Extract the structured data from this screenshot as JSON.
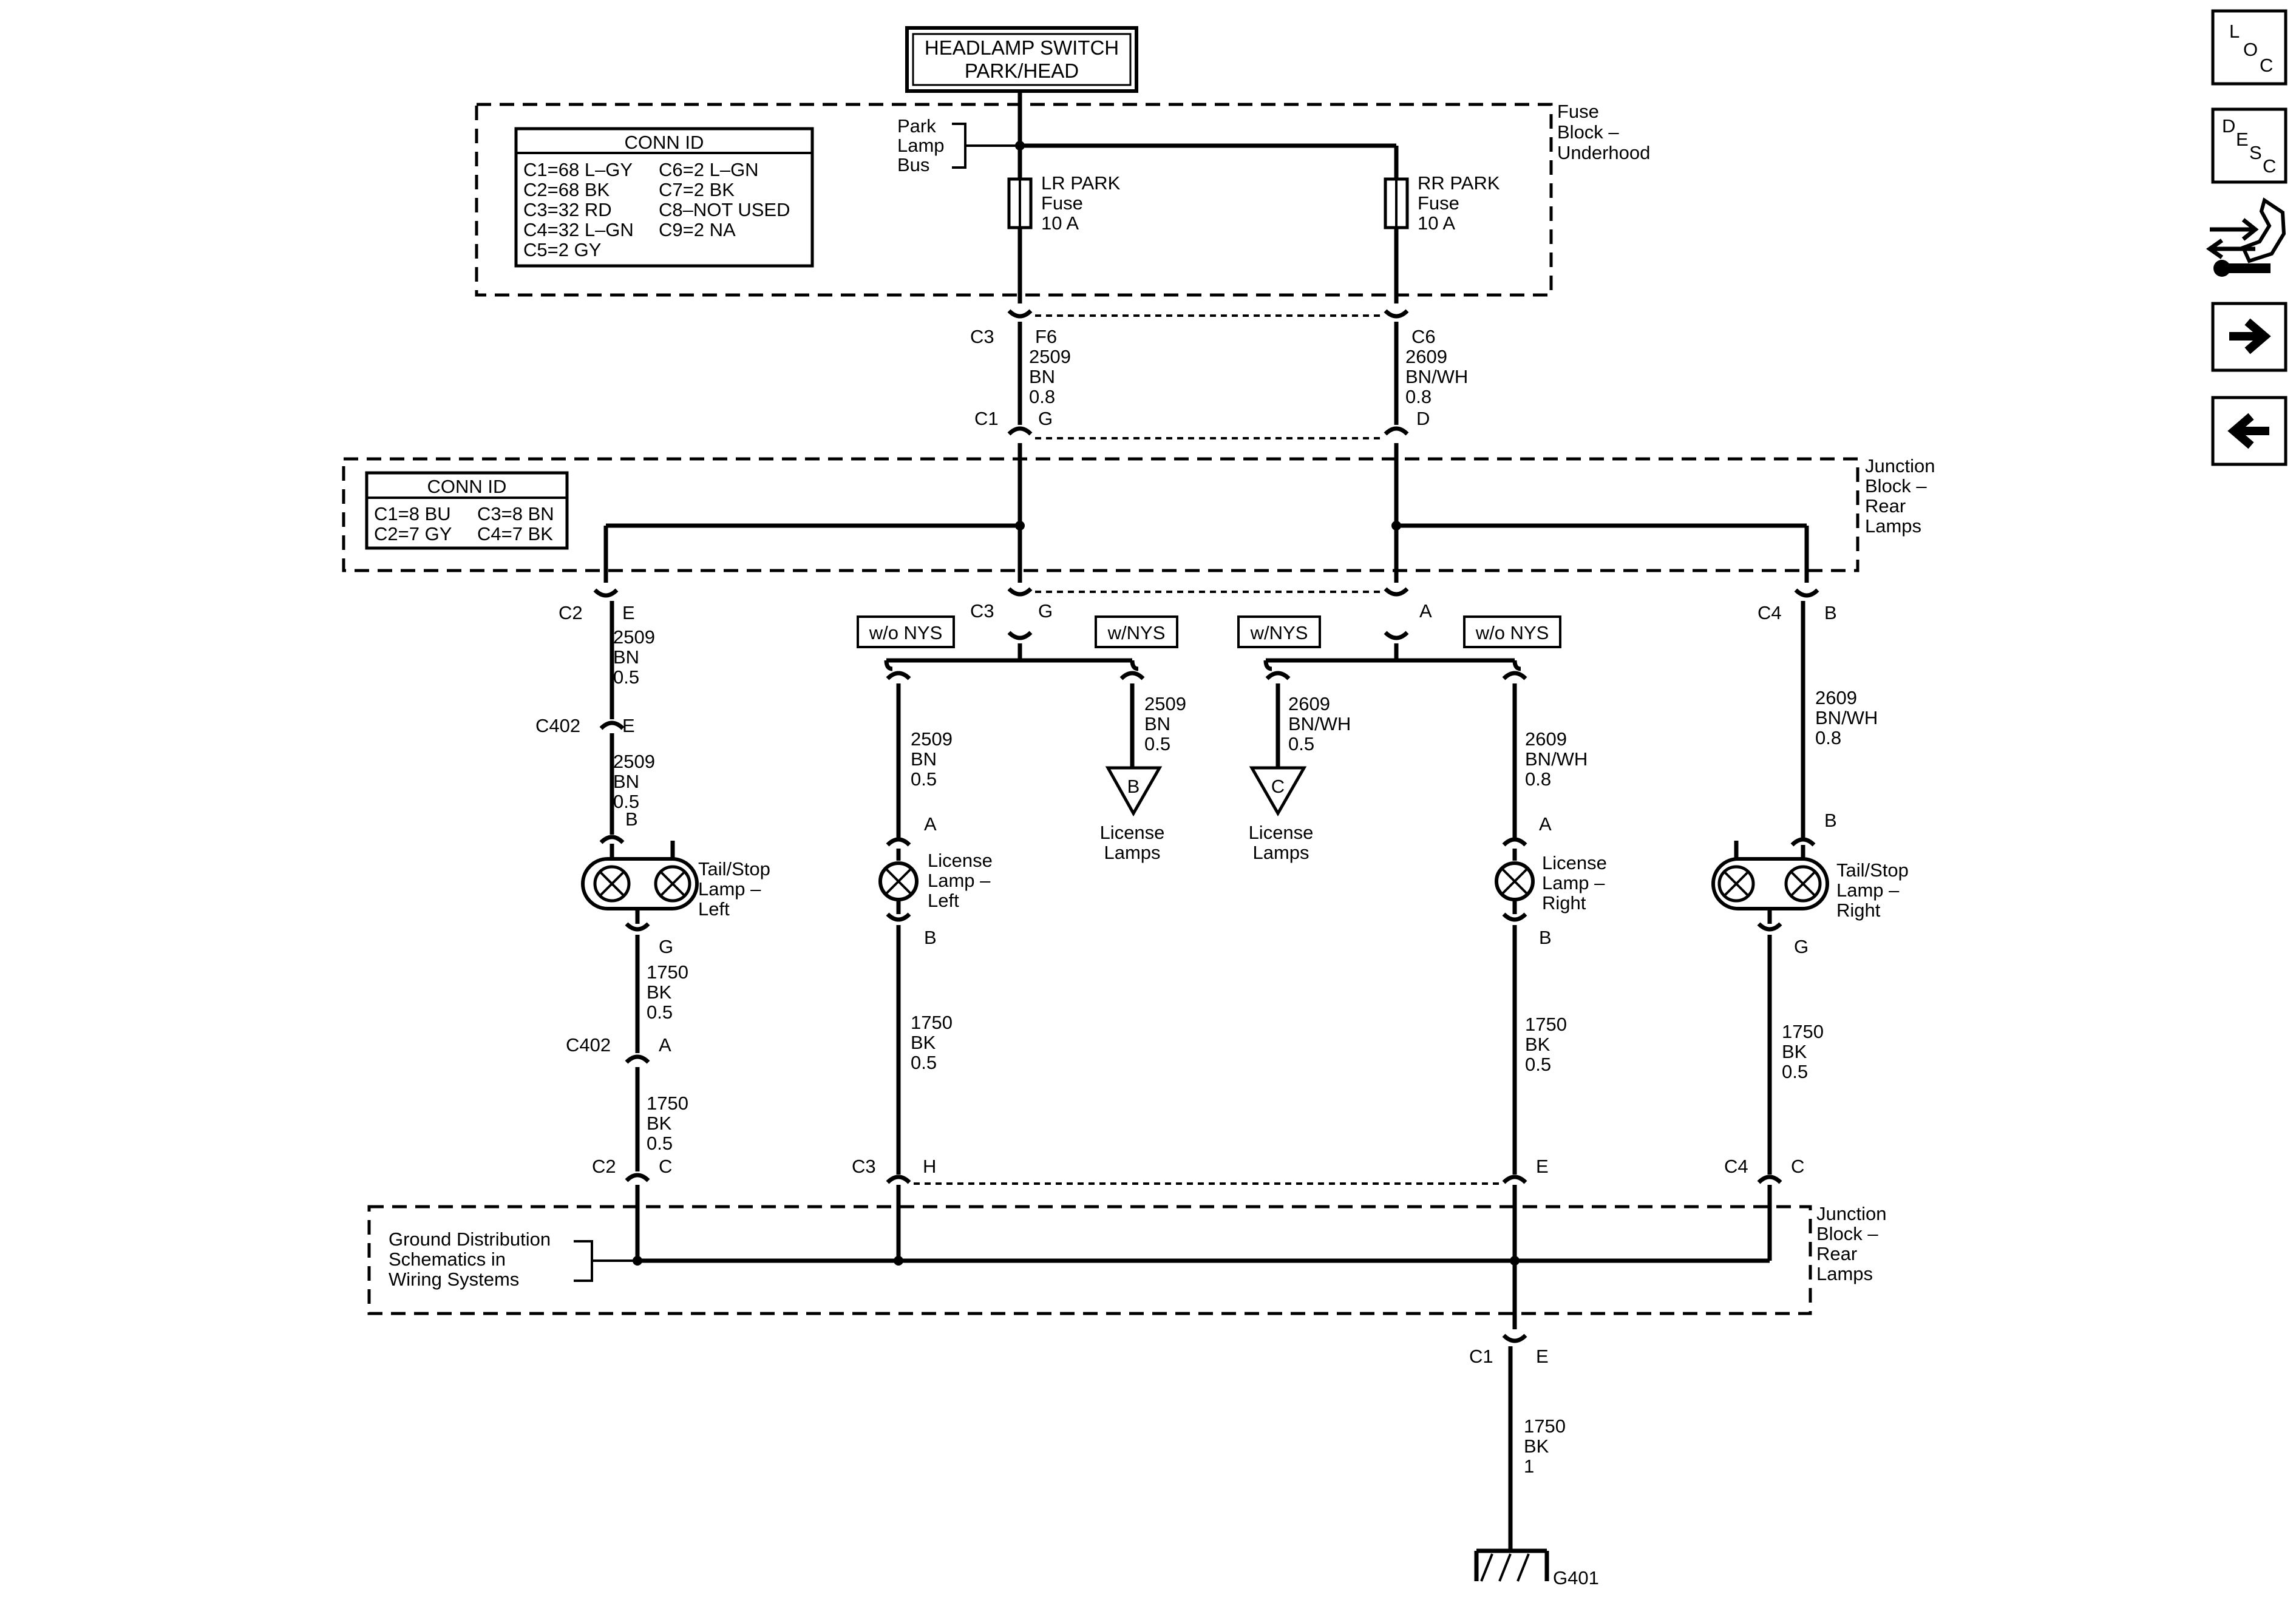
{
  "switch": {
    "line1": "HEADLAMP SWITCH",
    "line2": "PARK/HEAD"
  },
  "fuse_block": {
    "label": [
      "Fuse",
      "Block –",
      "Underhood"
    ],
    "bus": [
      "Park",
      "Lamp",
      "Bus"
    ],
    "lr_fuse": [
      "LR PARK",
      "Fuse",
      "10 A"
    ],
    "rr_fuse": [
      "RR PARK",
      "Fuse",
      "10 A"
    ],
    "conn_title": "CONN ID",
    "conn_rows": [
      [
        "C1=68 L–GY",
        "C6=2 L–GN"
      ],
      [
        "C2=68 BK",
        "C7=2 BK"
      ],
      [
        "C3=32 RD",
        "C8–NOT USED"
      ],
      [
        "C4=32 L–GN",
        "C9=2 NA"
      ],
      [
        "C5=2 GY",
        ""
      ]
    ]
  },
  "junction_block_top": {
    "label": [
      "Junction",
      "Block –",
      "Rear",
      "Lamps"
    ],
    "conn_title": "CONN ID",
    "conn_rows": [
      [
        "C1=8 BU",
        "C3=8 BN"
      ],
      [
        "C2=7 GY",
        "C4=7 BK"
      ]
    ]
  },
  "junction_block_bottom": {
    "label": [
      "Junction",
      "Block –",
      "Rear",
      "Lamps"
    ],
    "ground_note": [
      "Ground Distribution",
      "Schematics in",
      "Wiring Systems"
    ]
  },
  "connectors": {
    "fb_left_conn": "C3",
    "fb_left_pin": "F6",
    "fb_right_conn": "C6",
    "jb_left_conn": "C1",
    "jb_left_pin": "G",
    "jb_right_pin": "D",
    "c2": "C2",
    "c2_pin": "E",
    "c402": "C402",
    "c402_pin": "E",
    "tl_b": "B",
    "tl_g": "G",
    "c402b": "C402",
    "c402b_pin": "A",
    "c2b": "C2",
    "c2b_pin": "C",
    "c3": "C3",
    "c3_pin": "G",
    "a_pin": "A",
    "c4": "C4",
    "c4_pin": "B",
    "ll_a": "A",
    "ll_b": "B",
    "lr_a": "A",
    "lr_b": "B",
    "tr_b": "B",
    "tr_g": "G",
    "c3b": "C3",
    "c3b_pin": "H",
    "e_pin": "E",
    "c4b": "C4",
    "c4b_pin": "C",
    "c1": "C1",
    "c1_pin": "E"
  },
  "options": {
    "wo_nys_left": "w/o NYS",
    "w_nys_left": "w/NYS",
    "w_nys_right": "w/NYS",
    "wo_nys_right": "w/o NYS"
  },
  "wires": {
    "w_fb_l": [
      "2509",
      "BN",
      "0.8"
    ],
    "w_fb_r": [
      "2609",
      "BN/WH",
      "0.8"
    ],
    "w_c2": [
      "2509",
      "BN",
      "0.5"
    ],
    "w_c402": [
      "2509",
      "BN",
      "0.5"
    ],
    "w_tl_gnd": [
      "1750",
      "BK",
      "0.5"
    ],
    "w_tl_gnd2": [
      "1750",
      "BK",
      "0.5"
    ],
    "w_ll_feed": [
      "2509",
      "BN",
      "0.5"
    ],
    "w_b_feed": [
      "2509",
      "BN",
      "0.5"
    ],
    "w_c_feed": [
      "2609",
      "BN/WH",
      "0.5"
    ],
    "w_lr_feed": [
      "2609",
      "BN/WH",
      "0.8"
    ],
    "w_tr_feed": [
      "2609",
      "BN/WH",
      "0.8"
    ],
    "w_ll_gnd": [
      "1750",
      "BK",
      "0.5"
    ],
    "w_lr_gnd": [
      "1750",
      "BK",
      "0.5"
    ],
    "w_tr_gnd": [
      "1750",
      "BK",
      "0.5"
    ],
    "w_main_gnd": [
      "1750",
      "BK",
      "1"
    ]
  },
  "components": {
    "tail_left": [
      "Tail/Stop",
      "Lamp –",
      "Left"
    ],
    "tail_right": [
      "Tail/Stop",
      "Lamp –",
      "Right"
    ],
    "lic_left": [
      "License",
      "Lamp –",
      "Left"
    ],
    "lic_right": [
      "License",
      "Lamp –",
      "Right"
    ],
    "lic_b": [
      "License",
      "Lamps"
    ],
    "lic_c": [
      "License",
      "Lamps"
    ],
    "ref_b": "B",
    "ref_c": "C",
    "ground": "G401"
  },
  "nav": {
    "loc": [
      "L",
      "O",
      "C"
    ],
    "desc": [
      "D",
      "E",
      "S",
      "C"
    ],
    "connector_icon": "connector-tool-icon",
    "next_icon": "arrow-right-icon",
    "prev_icon": "arrow-left-icon"
  }
}
